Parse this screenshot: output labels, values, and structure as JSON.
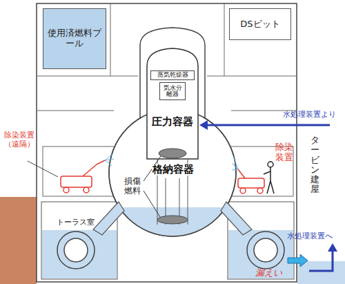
{
  "diagram": {
    "nodes": [
      {
        "text": [
          "使用済燃料プール"
        ]
      },
      {
        "text": [
          "DSピット"
        ]
      },
      {
        "text": [
          "圧力容器"
        ]
      },
      {
        "text": [
          "蒸気乾燥器"
        ],
        "in": 2
      },
      {
        "text": [
          "気水分離器"
        ],
        "in": 2
      }
    ],
    "labels": [
      "除染装置（遠隔）",
      "除染装置",
      "水処理装置より",
      "格納容器",
      "損傷燃料",
      "トーラス室",
      "タービン建屋",
      "漏えい",
      "水処理装置へ"
    ]
  }
}
